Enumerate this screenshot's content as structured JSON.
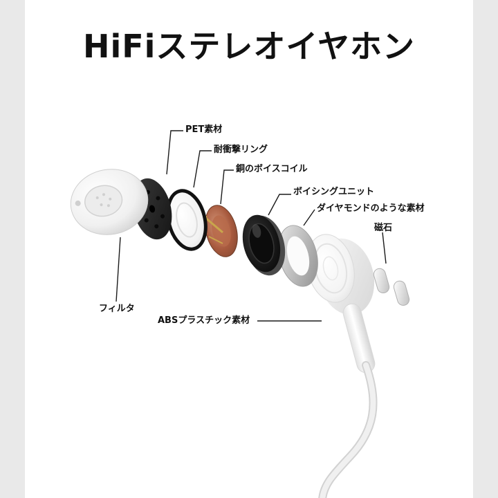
{
  "page": {
    "title": "HiFiステレオイヤホン",
    "background_color": "#e9e9e9",
    "canvas_color": "#ffffff",
    "ink_color": "#111111"
  },
  "labels": {
    "pet_material": "PET素材",
    "shock_ring": "耐衝撃リング",
    "copper_voice_coil": "銅のボイスコイル",
    "voicing_unit": "ボイシングユニット",
    "diamond_material": "ダイヤモンドのような素材",
    "magnet": "磁石",
    "filter": "フィルタ",
    "abs_plastic": "ABSプラスチック素材"
  },
  "colors": {
    "copper": "#a85a3e",
    "gold_pin": "#c9a64b",
    "dark_part": "#1c1c1c",
    "metal_ring": "#b5b5b5"
  }
}
